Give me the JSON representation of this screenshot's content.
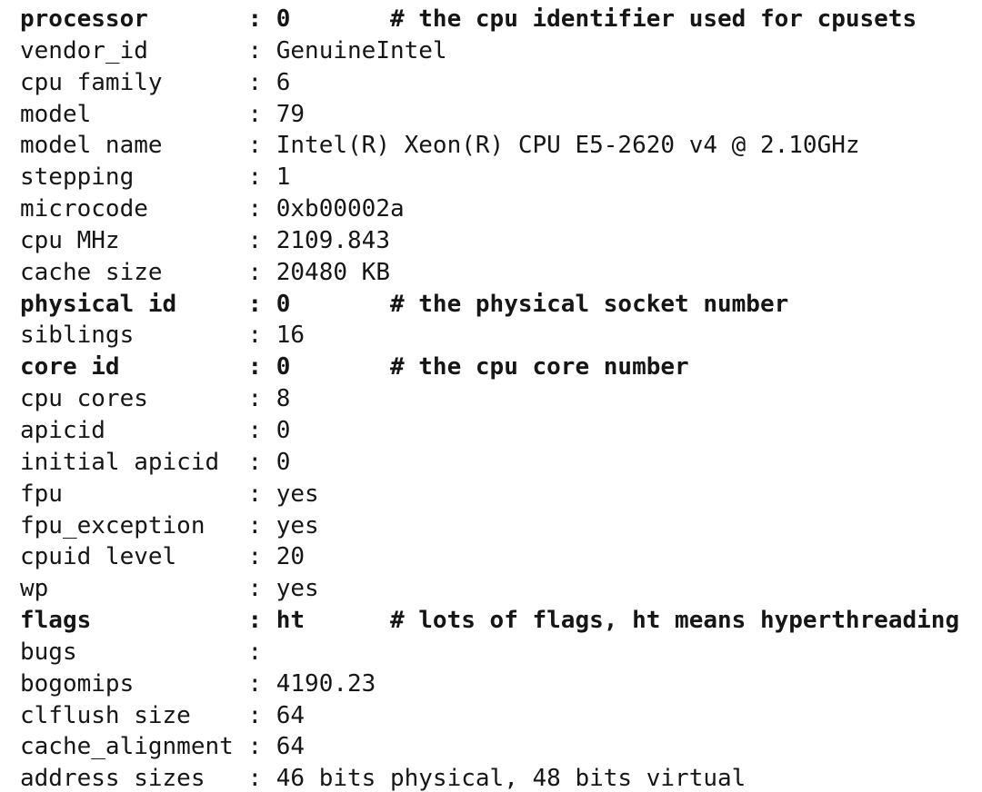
{
  "terminal": {
    "description": "cpuinfo-output",
    "colors": {
      "text": "#161616",
      "background": "#ffffff"
    },
    "lines": [
      {
        "key": "processor",
        "sep": ":",
        "value": "0",
        "comment": "# the cpu identifier used for cpusets",
        "bold": true
      },
      {
        "key": "vendor_id",
        "sep": ":",
        "value": "GenuineIntel",
        "comment": "",
        "bold": false
      },
      {
        "key": "cpu family",
        "sep": ":",
        "value": "6",
        "comment": "",
        "bold": false
      },
      {
        "key": "model",
        "sep": ":",
        "value": "79",
        "comment": "",
        "bold": false
      },
      {
        "key": "model name",
        "sep": ":",
        "value": "Intel(R) Xeon(R) CPU E5-2620 v4 @ 2.10GHz",
        "comment": "",
        "bold": false
      },
      {
        "key": "stepping",
        "sep": ":",
        "value": "1",
        "comment": "",
        "bold": false
      },
      {
        "key": "microcode",
        "sep": ":",
        "value": "0xb00002a",
        "comment": "",
        "bold": false
      },
      {
        "key": "cpu MHz",
        "sep": ":",
        "value": "2109.843",
        "comment": "",
        "bold": false
      },
      {
        "key": "cache size",
        "sep": ":",
        "value": "20480 KB",
        "comment": "",
        "bold": false
      },
      {
        "key": "physical id",
        "sep": ":",
        "value": "0",
        "comment": "# the physical socket number",
        "bold": true
      },
      {
        "key": "siblings",
        "sep": ":",
        "value": "16",
        "comment": "",
        "bold": false
      },
      {
        "key": "core id",
        "sep": ":",
        "value": "0",
        "comment": "# the cpu core number",
        "bold": true
      },
      {
        "key": "cpu cores",
        "sep": ":",
        "value": "8",
        "comment": "",
        "bold": false
      },
      {
        "key": "apicid",
        "sep": ":",
        "value": "0",
        "comment": "",
        "bold": false
      },
      {
        "key": "initial apicid",
        "sep": ":",
        "value": "0",
        "comment": "",
        "bold": false
      },
      {
        "key": "fpu",
        "sep": ":",
        "value": "yes",
        "comment": "",
        "bold": false
      },
      {
        "key": "fpu_exception",
        "sep": ":",
        "value": "yes",
        "comment": "",
        "bold": false
      },
      {
        "key": "cpuid level",
        "sep": ":",
        "value": "20",
        "comment": "",
        "bold": false
      },
      {
        "key": "wp",
        "sep": ":",
        "value": "yes",
        "comment": "",
        "bold": false
      },
      {
        "key": "flags",
        "sep": ":",
        "value": "ht",
        "comment": "# lots of flags, ht means hyperthreading",
        "bold": true
      },
      {
        "key": "bugs",
        "sep": ":",
        "value": "",
        "comment": "",
        "bold": false
      },
      {
        "key": "bogomips",
        "sep": ":",
        "value": "4190.23",
        "comment": "",
        "bold": false
      },
      {
        "key": "clflush size",
        "sep": ":",
        "value": "64",
        "comment": "",
        "bold": false
      },
      {
        "key": "cache_alignment",
        "sep": ":",
        "value": "64",
        "comment": "",
        "bold": false
      },
      {
        "key": "address sizes",
        "sep": ":",
        "value": "46 bits physical, 48 bits virtual",
        "comment": "",
        "bold": false
      }
    ]
  }
}
